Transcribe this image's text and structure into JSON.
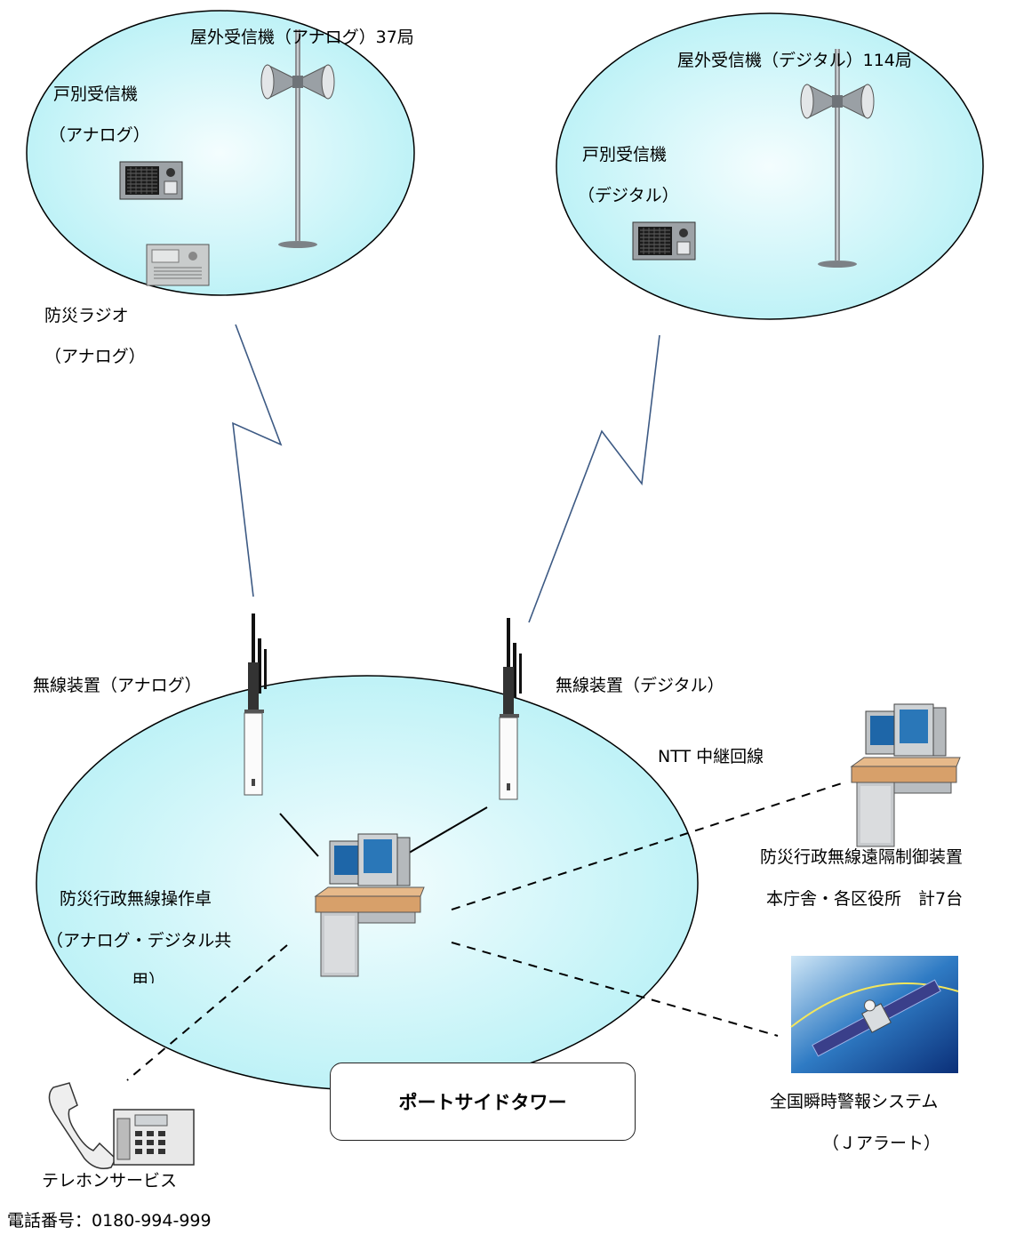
{
  "labels": {
    "outdoor_analog": "屋外受信機（アナログ）37局",
    "outdoor_digital": "屋外受信機（デジタル）114局",
    "home_receiver_analog_1": "戸別受信機",
    "home_receiver_analog_2": "（アナログ）",
    "home_receiver_digital_1": "戸別受信機",
    "home_receiver_digital_2": "（デジタル）",
    "radio_1": "防災ラジオ",
    "radio_2": "（アナログ）",
    "radio_unit_analog": "無線装置（アナログ）",
    "radio_unit_digital": "無線装置（デジタル）",
    "ntt_line": "NTT 中継回線",
    "remote_control_1": "防災行政無線遠隔制御装置",
    "remote_control_2": "本庁舎・各区役所　計7台",
    "console_1": "防災行政無線操作卓",
    "console_2": "（アナログ・デジタル共",
    "console_3": "用）",
    "tower": "ポートサイドタワー",
    "jalert_1": "全国瞬時警報システム",
    "jalert_2": "（Ｊアラート）",
    "telephone_1": "テレホンサービス",
    "telephone_2": "電話番号：0180-994-999"
  },
  "colors": {
    "ellipse_fill_inner": "#f4fdfe",
    "ellipse_fill_outer": "#b9f1f6",
    "radio_link": "#3d5a84",
    "line": "#000000"
  }
}
